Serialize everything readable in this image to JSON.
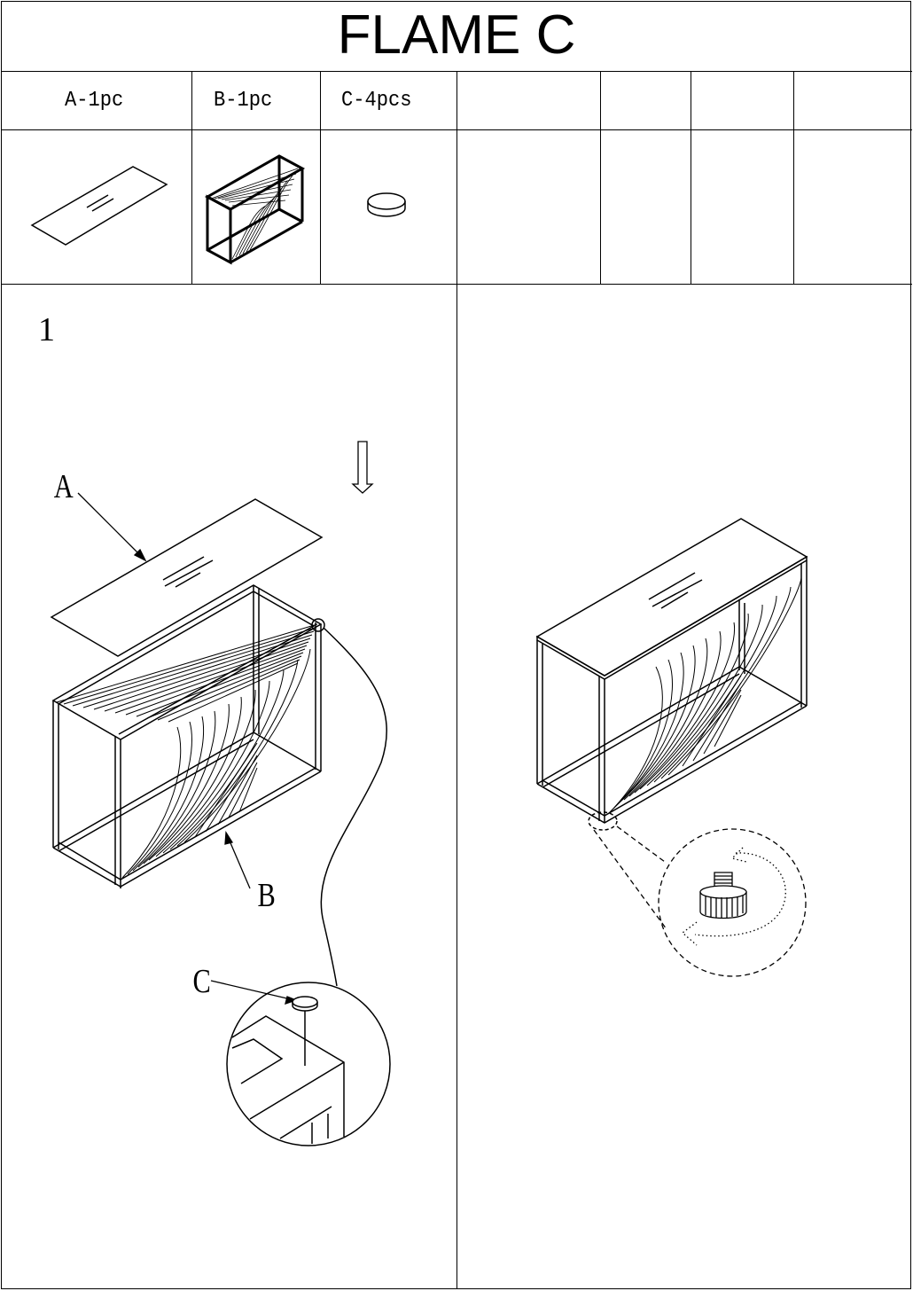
{
  "title": "FLAME C",
  "parts": [
    {
      "id": "A",
      "label": "A-1pc",
      "icon": "glass-top-icon"
    },
    {
      "id": "B",
      "label": "B-1pc",
      "icon": "string-art-frame-icon"
    },
    {
      "id": "C",
      "label": "C-4pcs",
      "icon": "adhesive-pad-icon"
    }
  ],
  "step": {
    "number": "1"
  },
  "callouts": {
    "a": "A",
    "b": "B",
    "c": "C"
  }
}
